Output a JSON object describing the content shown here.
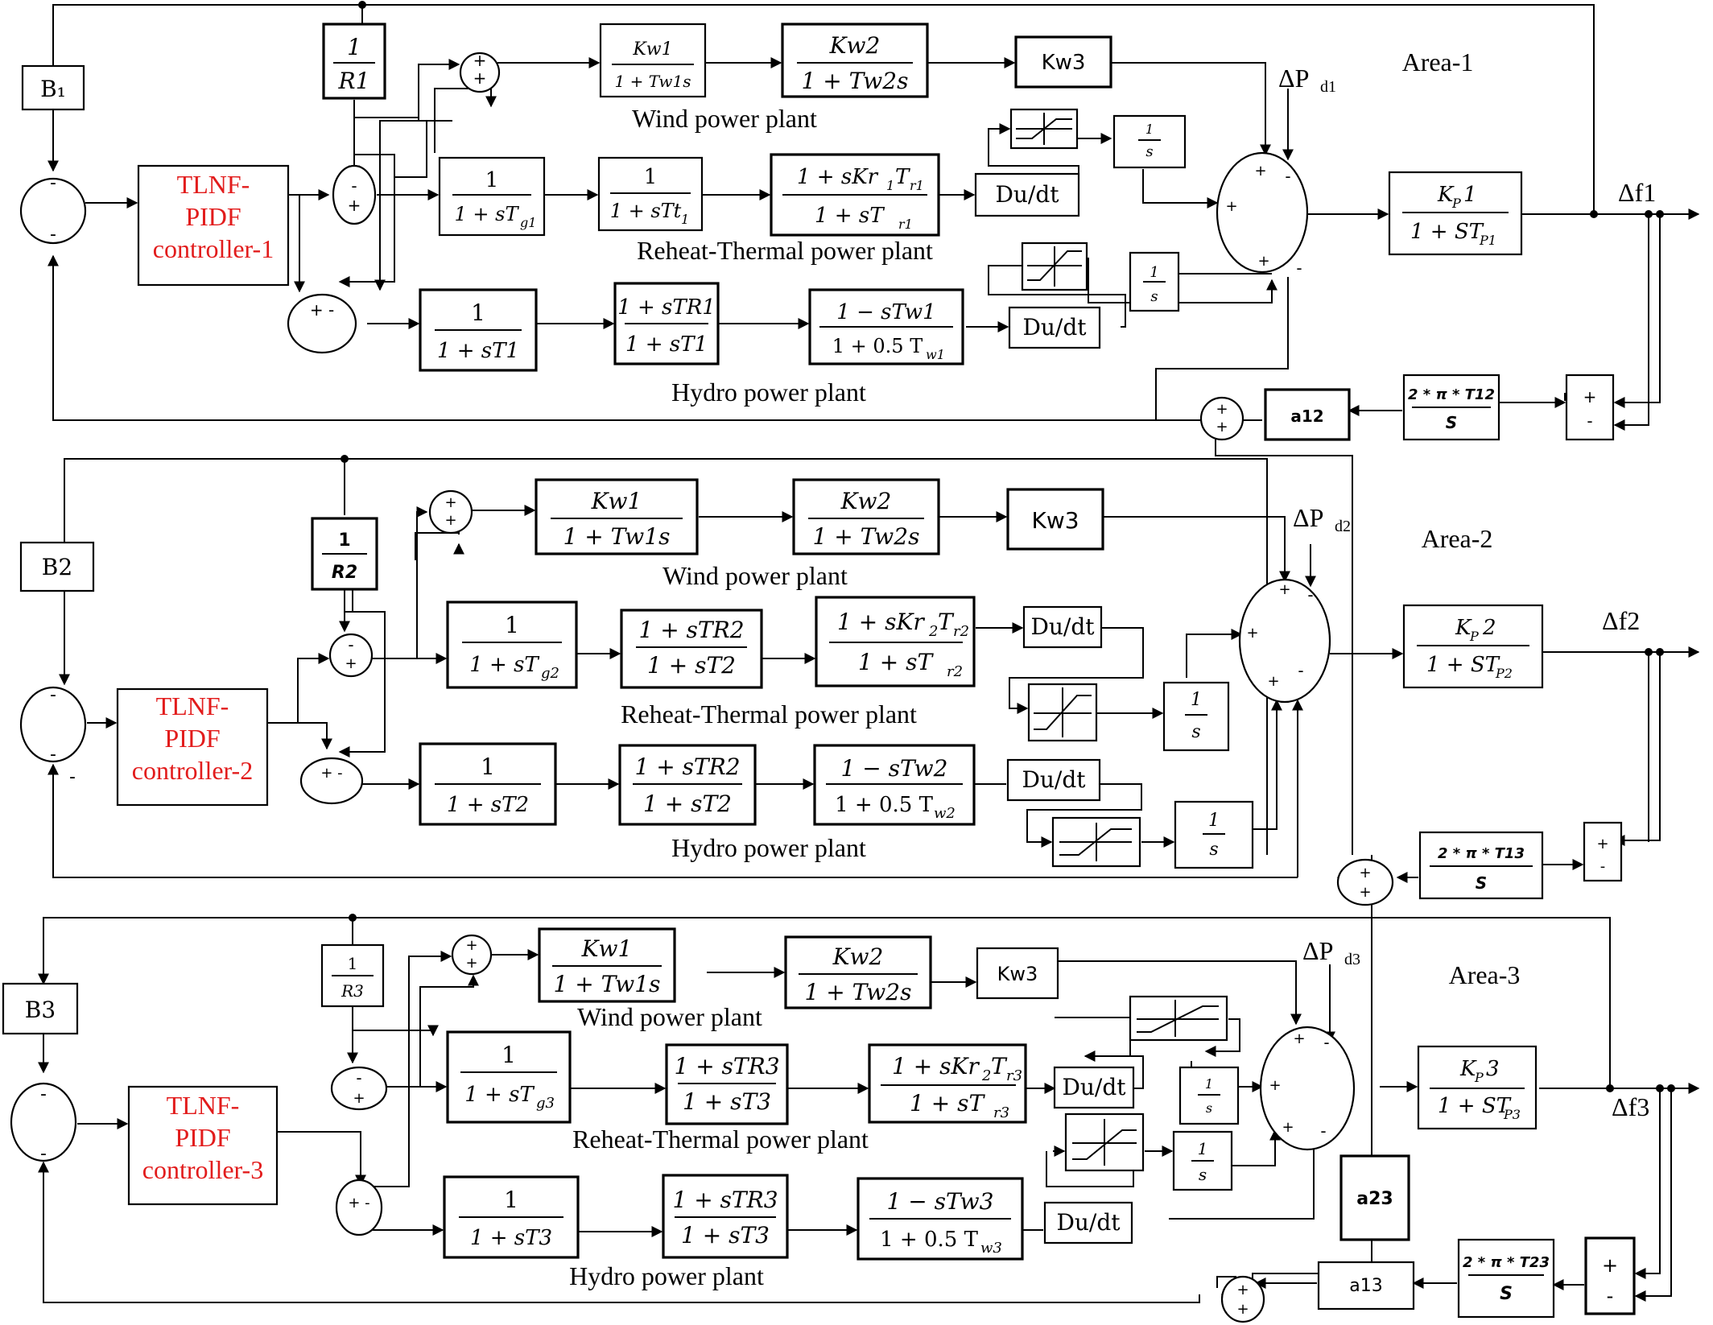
{
  "blocks": {
    "inv_r1": {
      "num": "1",
      "den": "R1"
    },
    "inv_r2": {
      "num": "1",
      "den": "R2"
    },
    "inv_r3": {
      "num": "1",
      "den": "R3"
    },
    "b1": "B₁",
    "b2": "B2",
    "b3": "B3",
    "ctrl1": [
      "TLNF-",
      "PIDF",
      "controller-1"
    ],
    "ctrl2": [
      "TLNF-",
      "PIDF",
      "controller-2"
    ],
    "ctrl3": [
      "TLNF-",
      "PIDF",
      "controller-3"
    ],
    "wind1_a": {
      "num": "Kw1",
      "den": "1 + Tw1s"
    },
    "wind_b": {
      "num": "Kw2",
      "den": "1 + Tw2s"
    },
    "wind_a": {
      "num": "Kw1",
      "den": "1 + Tw1s"
    },
    "kw3": "Kw3",
    "gov1": {
      "num": "1",
      "den": "1 + sT",
      "sub": "g1"
    },
    "gov2": {
      "num": "1",
      "den": "1 + sT",
      "sub": "g2"
    },
    "gov3": {
      "num": "1",
      "den": "1 + sT",
      "sub": "g3"
    },
    "tt1": {
      "num": "1",
      "den": "1 + sTt",
      "sub": "1"
    },
    "rh1": {
      "num": "1 + sKr",
      "num_sub1": "1",
      "num_mid": "T",
      "num_sub2": "r1",
      "den": "1 + sT",
      "den_sub": "r1"
    },
    "rh2": {
      "num": "1 + sKr",
      "num_sub1": "2",
      "num_mid": "T",
      "num_sub2": "r2",
      "den": "1 + sT",
      "den_sub": "r2"
    },
    "rh3": {
      "num": "1 + sKr",
      "num_sub1": "2",
      "num_mid": "T",
      "num_sub2": "r3",
      "den": "1 + sT",
      "den_sub": "r3"
    },
    "h1a": {
      "num": "1",
      "den": "1 + sT1"
    },
    "h1b": {
      "num": "1 + sTR1",
      "den": "1 + sT1"
    },
    "h1c": {
      "num": "1 − sTw1",
      "den": "1 + 0.5 T",
      "sub": "w1"
    },
    "r2a": {
      "num": "1 + sTR2",
      "den": "1 + sT2"
    },
    "h2a": {
      "num": "1",
      "den": "1 + sT2"
    },
    "h2c": {
      "num": "1 − sTw2",
      "den": "1 + 0.5 T",
      "sub": "w2"
    },
    "r3a": {
      "num": "1 + sTR3",
      "den": "1 + sT3"
    },
    "h3a": {
      "num": "1",
      "den": "1 + sT3"
    },
    "h3c": {
      "num": "1 − sTw3",
      "den": "1 + 0.5 T",
      "sub": "w3"
    },
    "dudt": "Du/dt",
    "integ": {
      "num": "1",
      "den": "s"
    },
    "kp1": {
      "num": "K",
      "num_sub": "P",
      "num_tail": "1",
      "den": "1 + ST",
      "den_sub": "P1"
    },
    "kp2": {
      "num": "K",
      "num_sub": "P",
      "num_tail": "2",
      "den": "1 + ST",
      "den_sub": "P2"
    },
    "kp3": {
      "num": "K",
      "num_sub": "P",
      "num_tail": "3",
      "den": "1 + ST",
      "den_sub": "P3"
    },
    "tie12": {
      "num": "2 * π * T12",
      "den": "S"
    },
    "tie13": {
      "num": "2 * π * T13",
      "den": "S"
    },
    "tie23": {
      "num": "2 * π * T23",
      "den": "S"
    },
    "a12": "a12",
    "a13": "a13",
    "a23": "a23"
  },
  "labels": {
    "wind": "Wind power plant",
    "reheat": "Reheat-Thermal power plant",
    "hydro": "Hydro power plant",
    "area1": "Area-1",
    "area2": "Area-2",
    "area3": "Area-3",
    "dpd1": {
      "main": "ΔP",
      "sub": "d1"
    },
    "dpd2": {
      "main": "ΔP",
      "sub": "d2"
    },
    "dpd3": {
      "main": "ΔP",
      "sub": "d3"
    },
    "df1": "Δf1",
    "df2": "Δf2",
    "df3": "Δf3"
  },
  "signs": {
    "plus": "+",
    "minus": "-",
    "plus_minus": "+ -"
  }
}
